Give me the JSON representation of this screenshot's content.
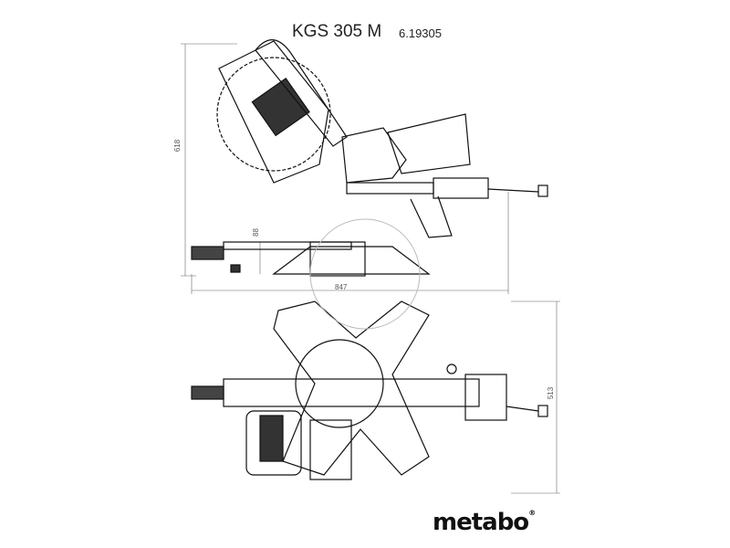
{
  "title": "KGS 305 M",
  "article_number": "6.19305",
  "dimensions": {
    "height": "618",
    "table_height": "88",
    "length": "847",
    "width": "513"
  },
  "brand": {
    "name": "metabo",
    "mark": "®"
  }
}
